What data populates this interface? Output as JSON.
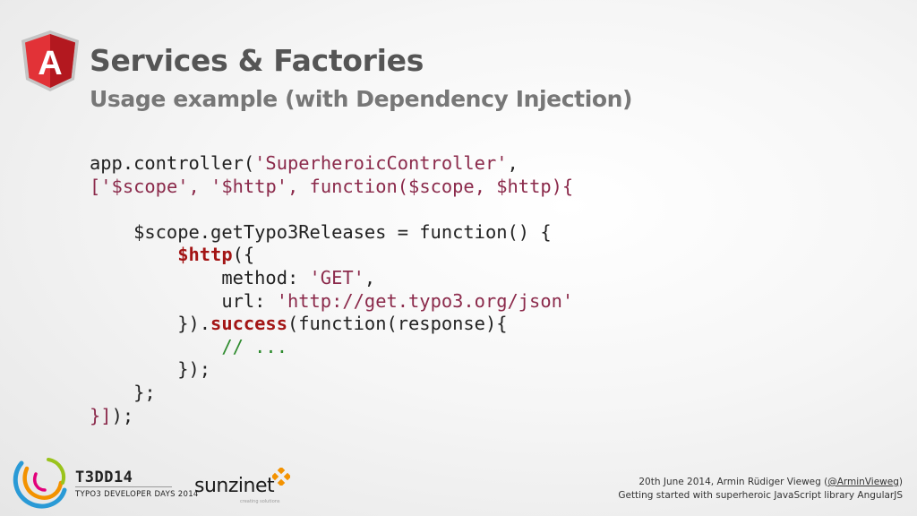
{
  "slide": {
    "title": "Services & Factories",
    "subtitle": "Usage example (with Dependency Injection)"
  },
  "logo": {
    "icon": "angularjs-logo-icon",
    "letter": "A",
    "colors": {
      "shield_dark": "#b3181f",
      "shield_light": "#e23237",
      "border": "#c4c4c4"
    }
  },
  "code": {
    "language": "javascript",
    "lines": [
      "app.controller('SuperheroicController',",
      "['$scope', '$http', function($scope, $http){",
      "",
      "    $scope.getTypo3Releases = function() {",
      "        $http({",
      "            method: 'GET',",
      "            url: 'http://get.typo3.org/json'",
      "        }).success(function(response){",
      "            // ...",
      "        });",
      "    };",
      "}]);"
    ],
    "colors": {
      "string": "#8b2a4b",
      "keyword": "#a31515",
      "comment": "#2e8b2e",
      "default": "#222222"
    }
  },
  "footer": {
    "event_title": "T3DD14",
    "event_subtitle": "TYPO3 DEVELOPER DAYS 2014",
    "sponsor": "sunzinet",
    "sponsor_tagline": "creating solutions",
    "date_author_prefix": "20th June 2014, Armin Rüdiger Vieweg (",
    "author_handle": "@ArminVieweg",
    "date_author_suffix": ")",
    "talk_title": "Getting started with superheroic JavaScript library AngularJS"
  }
}
